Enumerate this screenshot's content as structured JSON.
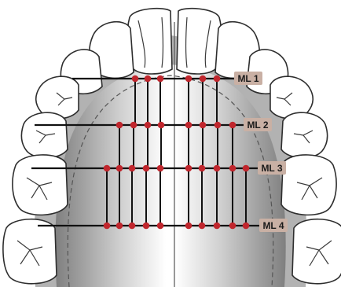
{
  "diagram": {
    "lines": [
      {
        "id": "ml1",
        "label": "ML 1"
      },
      {
        "id": "ml2",
        "label": "ML 2"
      },
      {
        "id": "ml3",
        "label": "ML 3"
      },
      {
        "id": "ml4",
        "label": "ML 4"
      }
    ],
    "colors": {
      "outline": "#3a3a3a",
      "palate_light": "#f6f6f6",
      "palate_dark": "#8d8d8d",
      "gingiva": "#b4b4b4",
      "measure_line": "#111111",
      "dot": "#c0262d",
      "label_bg": "#c9b0a4"
    }
  }
}
